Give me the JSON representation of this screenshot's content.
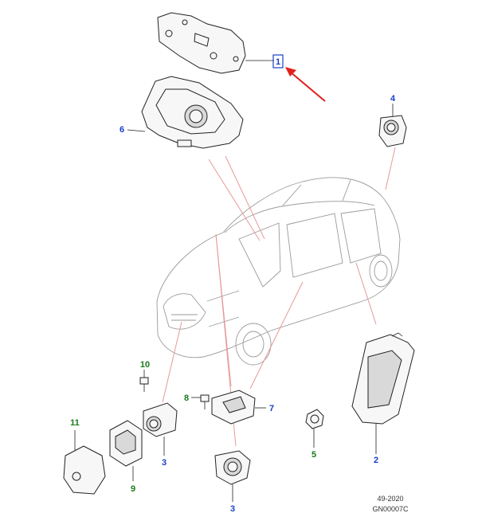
{
  "callouts": [
    {
      "id": "1",
      "label": "1",
      "color": "#1a3fc6",
      "highlighted": true
    },
    {
      "id": "6",
      "label": "6",
      "color": "#1a3fc6"
    },
    {
      "id": "4",
      "label": "4",
      "color": "#1a3fc6"
    },
    {
      "id": "10",
      "label": "10",
      "color": "#1a7a1a"
    },
    {
      "id": "8",
      "label": "8",
      "color": "#1a7a1a"
    },
    {
      "id": "7",
      "label": "7",
      "color": "#1a3fc6"
    },
    {
      "id": "11",
      "label": "11",
      "color": "#1a7a1a"
    },
    {
      "id": "3a",
      "label": "3",
      "color": "#1a3fc6"
    },
    {
      "id": "9",
      "label": "9",
      "color": "#1a7a1a"
    },
    {
      "id": "5",
      "label": "5",
      "color": "#1a7a1a"
    },
    {
      "id": "2",
      "label": "2",
      "color": "#1a3fc6"
    },
    {
      "id": "3b",
      "label": "3",
      "color": "#1a3fc6"
    }
  ],
  "footer": {
    "date_code": "49-2020",
    "drawing_number": "GN00007C"
  },
  "colors": {
    "highlight_arrow": "#e0201c",
    "highlight_box": "#1a3fc6",
    "leader_line": "#e79a9a"
  }
}
